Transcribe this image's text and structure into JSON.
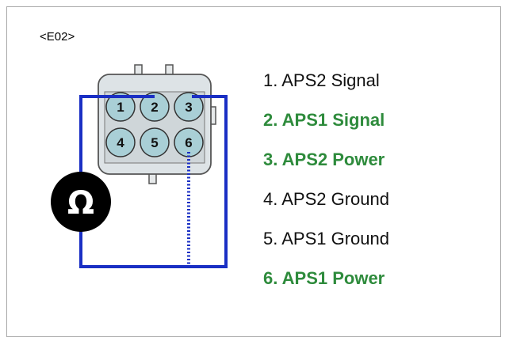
{
  "connector_tag": "<E02>",
  "meter_symbol": "Ω",
  "pins": [
    {
      "number": "1"
    },
    {
      "number": "2"
    },
    {
      "number": "3"
    },
    {
      "number": "4"
    },
    {
      "number": "5"
    },
    {
      "number": "6"
    }
  ],
  "legend": [
    {
      "text": "1. APS2 Signal",
      "highlight": false
    },
    {
      "text": "2. APS1 Signal",
      "highlight": true
    },
    {
      "text": "3. APS2 Power",
      "highlight": true
    },
    {
      "text": "4. APS2 Ground",
      "highlight": false
    },
    {
      "text": "5. APS1 Ground",
      "highlight": false
    },
    {
      "text": "6. APS1 Power",
      "highlight": true
    }
  ],
  "colors": {
    "highlight": "#2e8b3c",
    "wire": "#1a2fc4",
    "pin_fill": "#a9cfd6",
    "connector_body": "#dde3e6"
  }
}
